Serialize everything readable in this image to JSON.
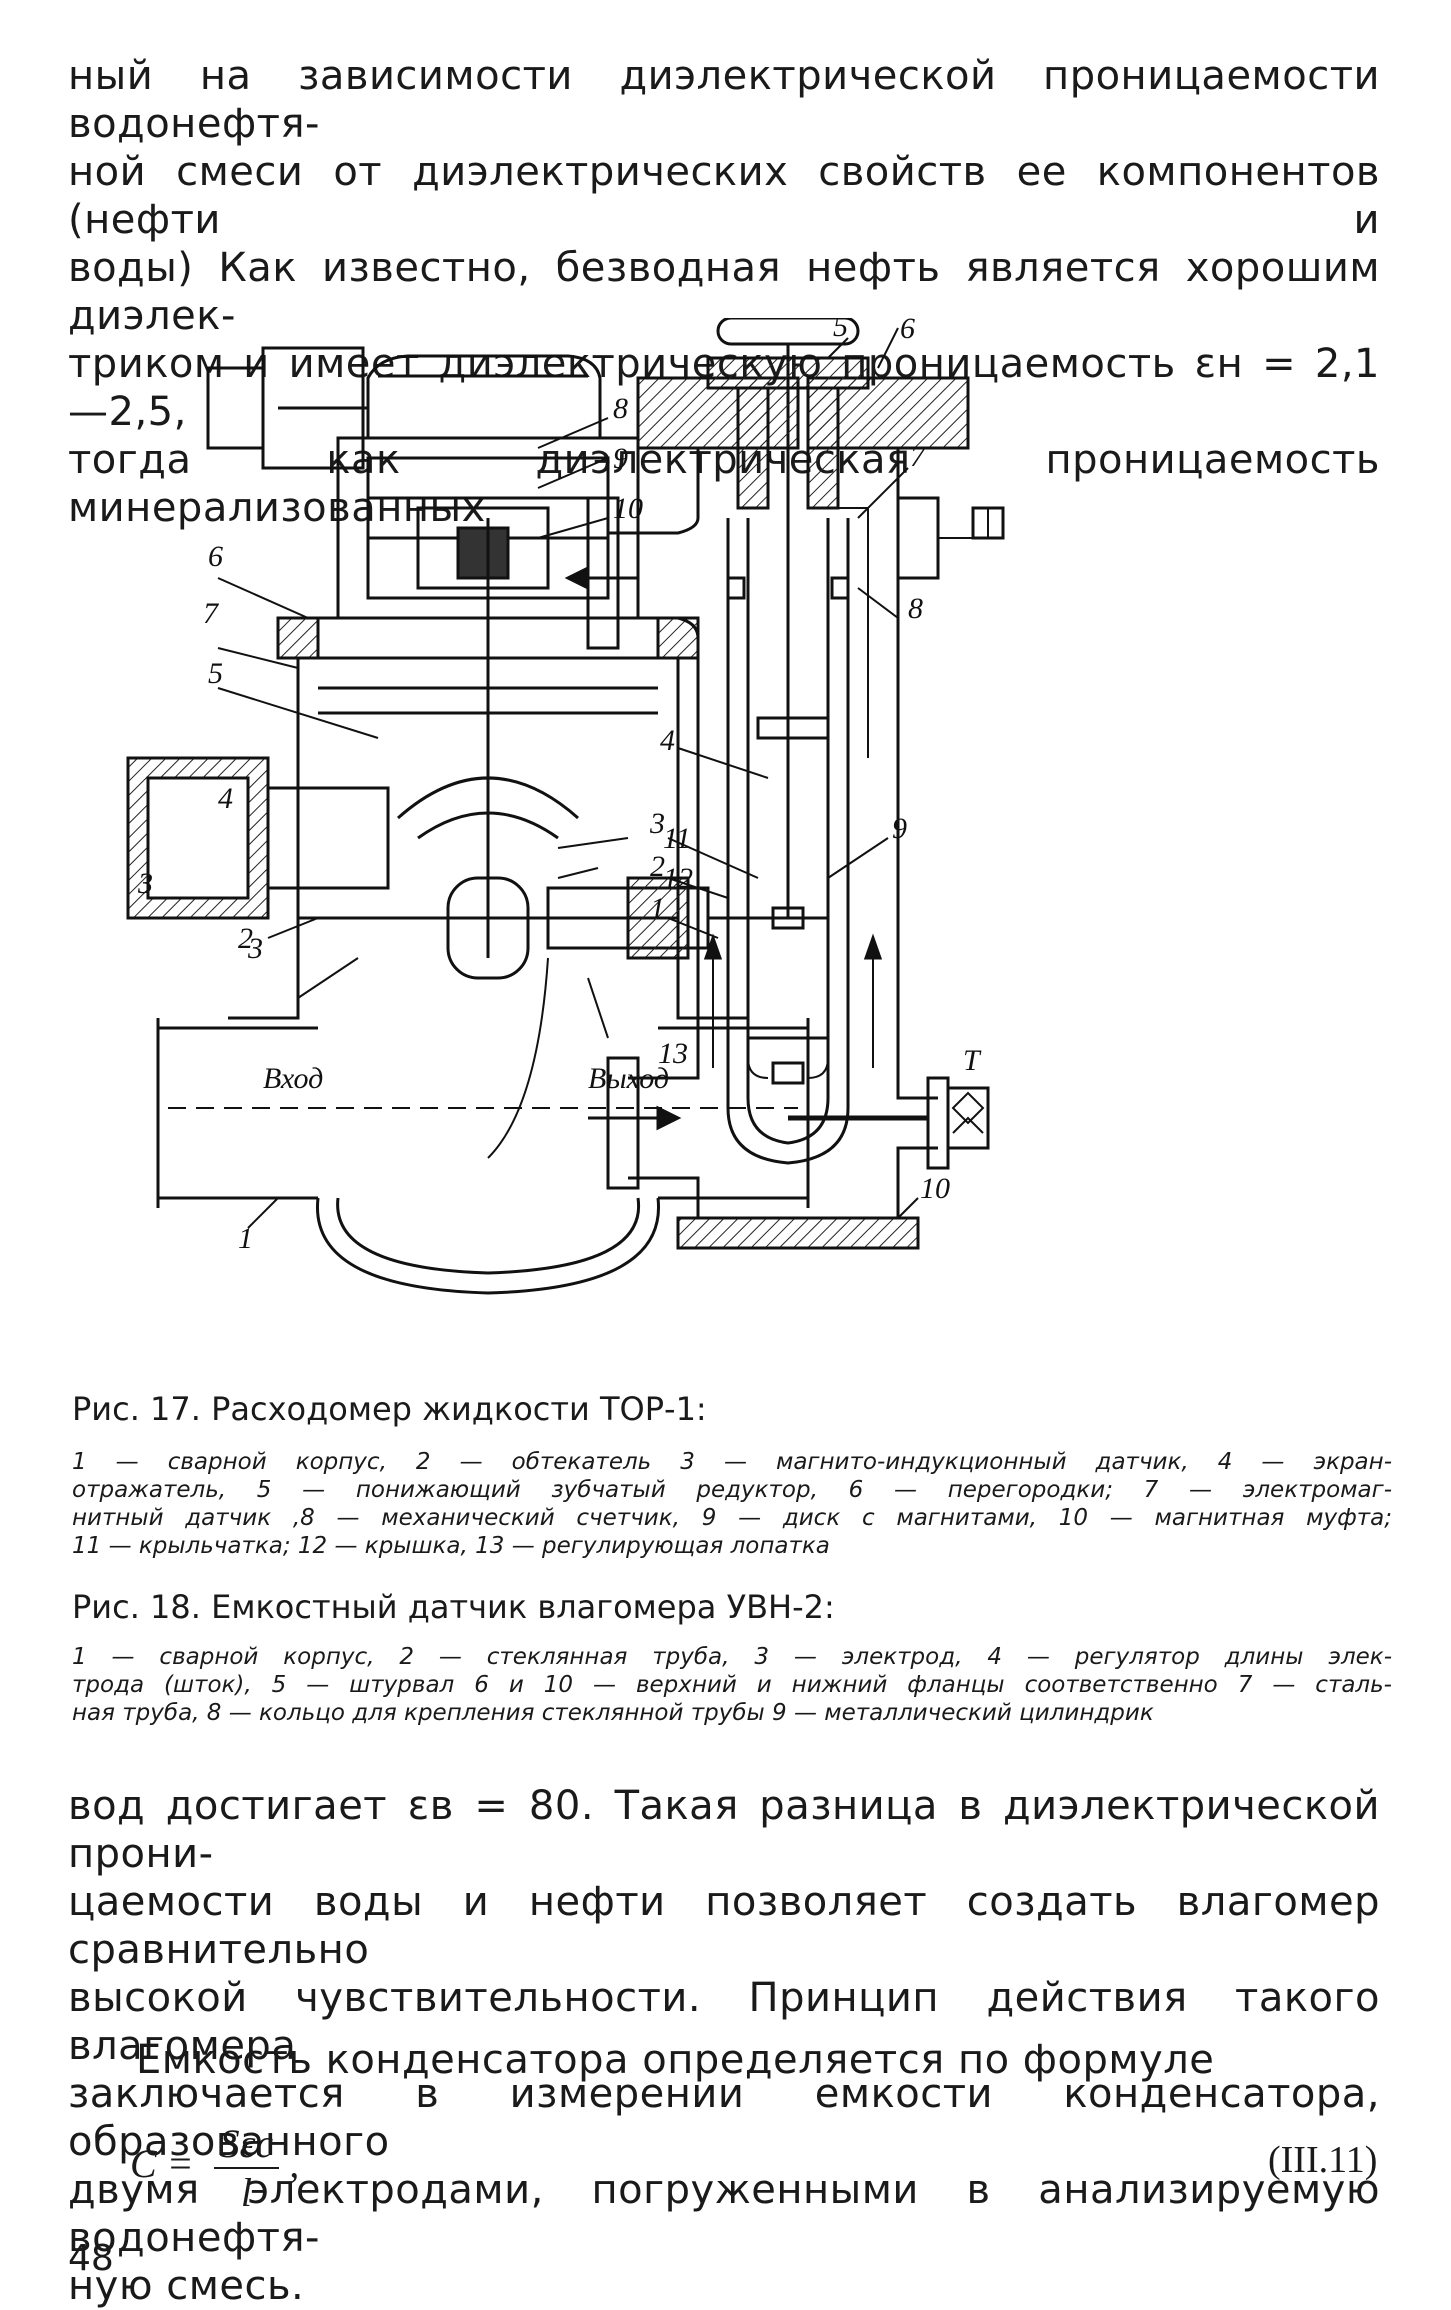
{
  "paragraph_top": [
    "ный на зависимости диэлектрической проницаемости водонефтя-",
    "ной смеси от диэлектрических свойств ее компонентов (нефти и",
    "воды) Как известно, безводная нефть является хорошим диэлек-",
    "триком и имеет диэлектрическую проницаемость εн = 2,1—2,5,",
    "тогда как диэлектрическая проницаемость минерализованных"
  ],
  "figure17": {
    "labels": [
      "1",
      "2",
      "3",
      "4",
      "5",
      "6",
      "7",
      "8",
      "9",
      "10",
      "11",
      "12",
      "13"
    ],
    "inlet_label": "Вход",
    "outlet_label": "Выход"
  },
  "figure18": {
    "labels": [
      "1",
      "2",
      "3",
      "4",
      "5",
      "6",
      "7",
      "8",
      "9",
      "10",
      "T"
    ]
  },
  "caption17": "Рис. 17. Расходомер жидкости ТОР-1:",
  "legend17": [
    "1 — сварной корпус, 2 — обтекатель 3 — магнито-индукционный датчик, 4 — экран-",
    "отражатель, 5 — понижающий зубчатый редуктор, 6 — перегородки; 7 — электромаг-",
    "нитный датчик ,8 — механический счетчик, 9 — диск с магнитами, 10 — магнитная муфта;",
    "11 — крыльчатка; 12 — крышка, 13 — регулирующая лопатка"
  ],
  "caption18": "Рис. 18. Емкостный датчик влагомера УВН-2:",
  "legend18": [
    "1 — сварной корпус, 2 — стеклянная труба, 3 — электрод, 4 — регулятор длины элек-",
    "трода (шток), 5 — штурвал 6 и 10 — верхний и нижний фланцы соответственно 7 — сталь-",
    "ная труба, 8 — кольцо для крепления стеклянной трубы 9 — металлический цилиндрик"
  ],
  "paragraph_bottom": [
    "вод достигает εв = 80. Такая разница в диэлектрической прони-",
    "цаемости воды и нефти позволяет создать влагомер сравнительно",
    "высокой чувствительности. Принцип действия такого влагомера",
    "заключается в измерении емкости конденсатора, образованного",
    "двумя электродами, погруженными в анализируемую водонефтя-",
    "ную смесь."
  ],
  "paragraph_formula_intro": "Емкость конденсатора определяется по формуле",
  "formula": {
    "lhs": "C =",
    "numerator": "Sεc",
    "denominator": "l",
    "trailing": ",",
    "number": "(III.11)"
  },
  "page_number": "48"
}
